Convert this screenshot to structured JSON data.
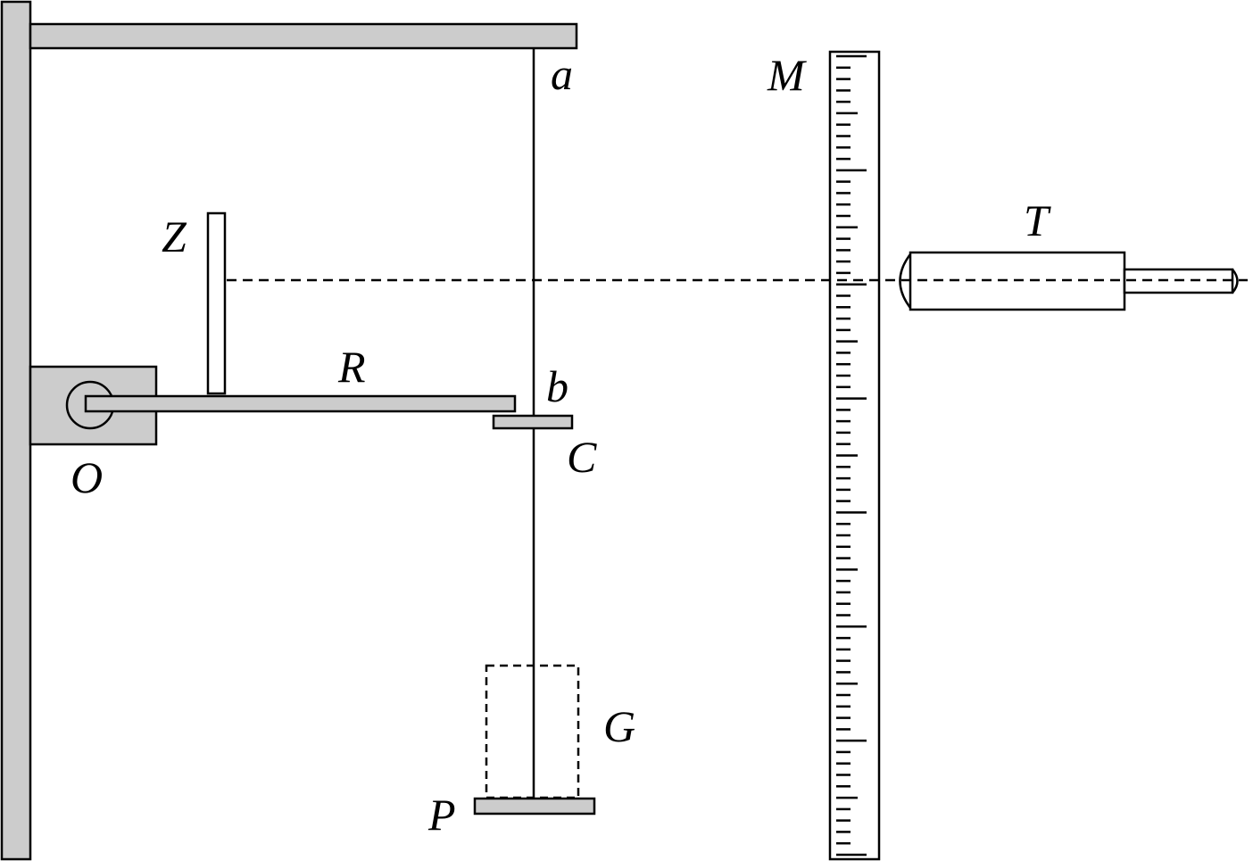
{
  "labels": {
    "a": "a",
    "b": "b",
    "M": "M",
    "T": "T",
    "Z": "Z",
    "R": "R",
    "O": "O",
    "C": "C",
    "G": "G",
    "P": "P"
  },
  "colors": {
    "stroke": "#000000",
    "part_fill": "#cccccc",
    "background": "#ffffff"
  },
  "scale_ruler": {
    "minor_ticks": 70,
    "mid_every": 5,
    "major_every": 10
  }
}
